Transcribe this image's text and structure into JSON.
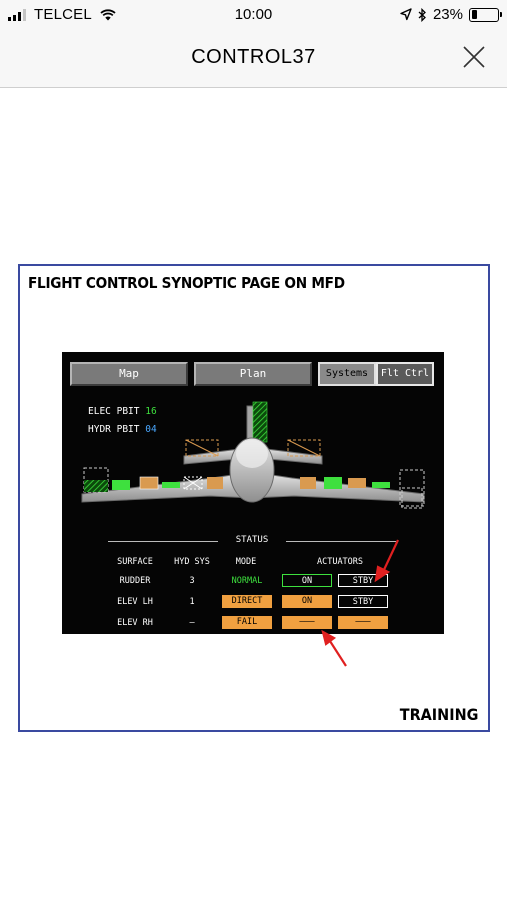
{
  "status_bar": {
    "carrier": "TELCEL",
    "time": "10:00",
    "battery": "23%",
    "battery_level": 0.23
  },
  "nav": {
    "title": "CONTROL37",
    "close_icon": "close-icon"
  },
  "slide": {
    "title": "FLIGHT CONTROL SYNOPTIC PAGE ON MFD",
    "footer": "TRAINING",
    "border_color": "#3a4aa0"
  },
  "mfd": {
    "tabs": [
      "Map",
      "Plan",
      "Systems",
      "Flt Ctrl"
    ],
    "elec_pbit_label": "ELEC PBIT",
    "elec_pbit_value": "16",
    "hydr_pbit_label": "HYDR PBIT",
    "hydr_pbit_value": "04",
    "status_label": "STATUS",
    "headers": [
      "SURFACE",
      "HYD SYS",
      "MODE",
      "ACTUATORS"
    ],
    "rows": [
      {
        "surface": "RUDDER",
        "hyd": "3",
        "mode": "NORMAL",
        "act1": "ON",
        "act2": "STBY"
      },
      {
        "surface": "ELEV LH",
        "hyd": "1",
        "mode": "DIRECT",
        "act1": "ON",
        "act2": "STBY"
      },
      {
        "surface": "ELEV RH",
        "hyd": "—",
        "mode": "FAIL",
        "act1": "———",
        "act2": "———"
      }
    ],
    "colors": {
      "green": "#3ee03e",
      "orange": "#f0a040",
      "cyan": "#4aa8ff",
      "arrow": "#e02020"
    }
  }
}
